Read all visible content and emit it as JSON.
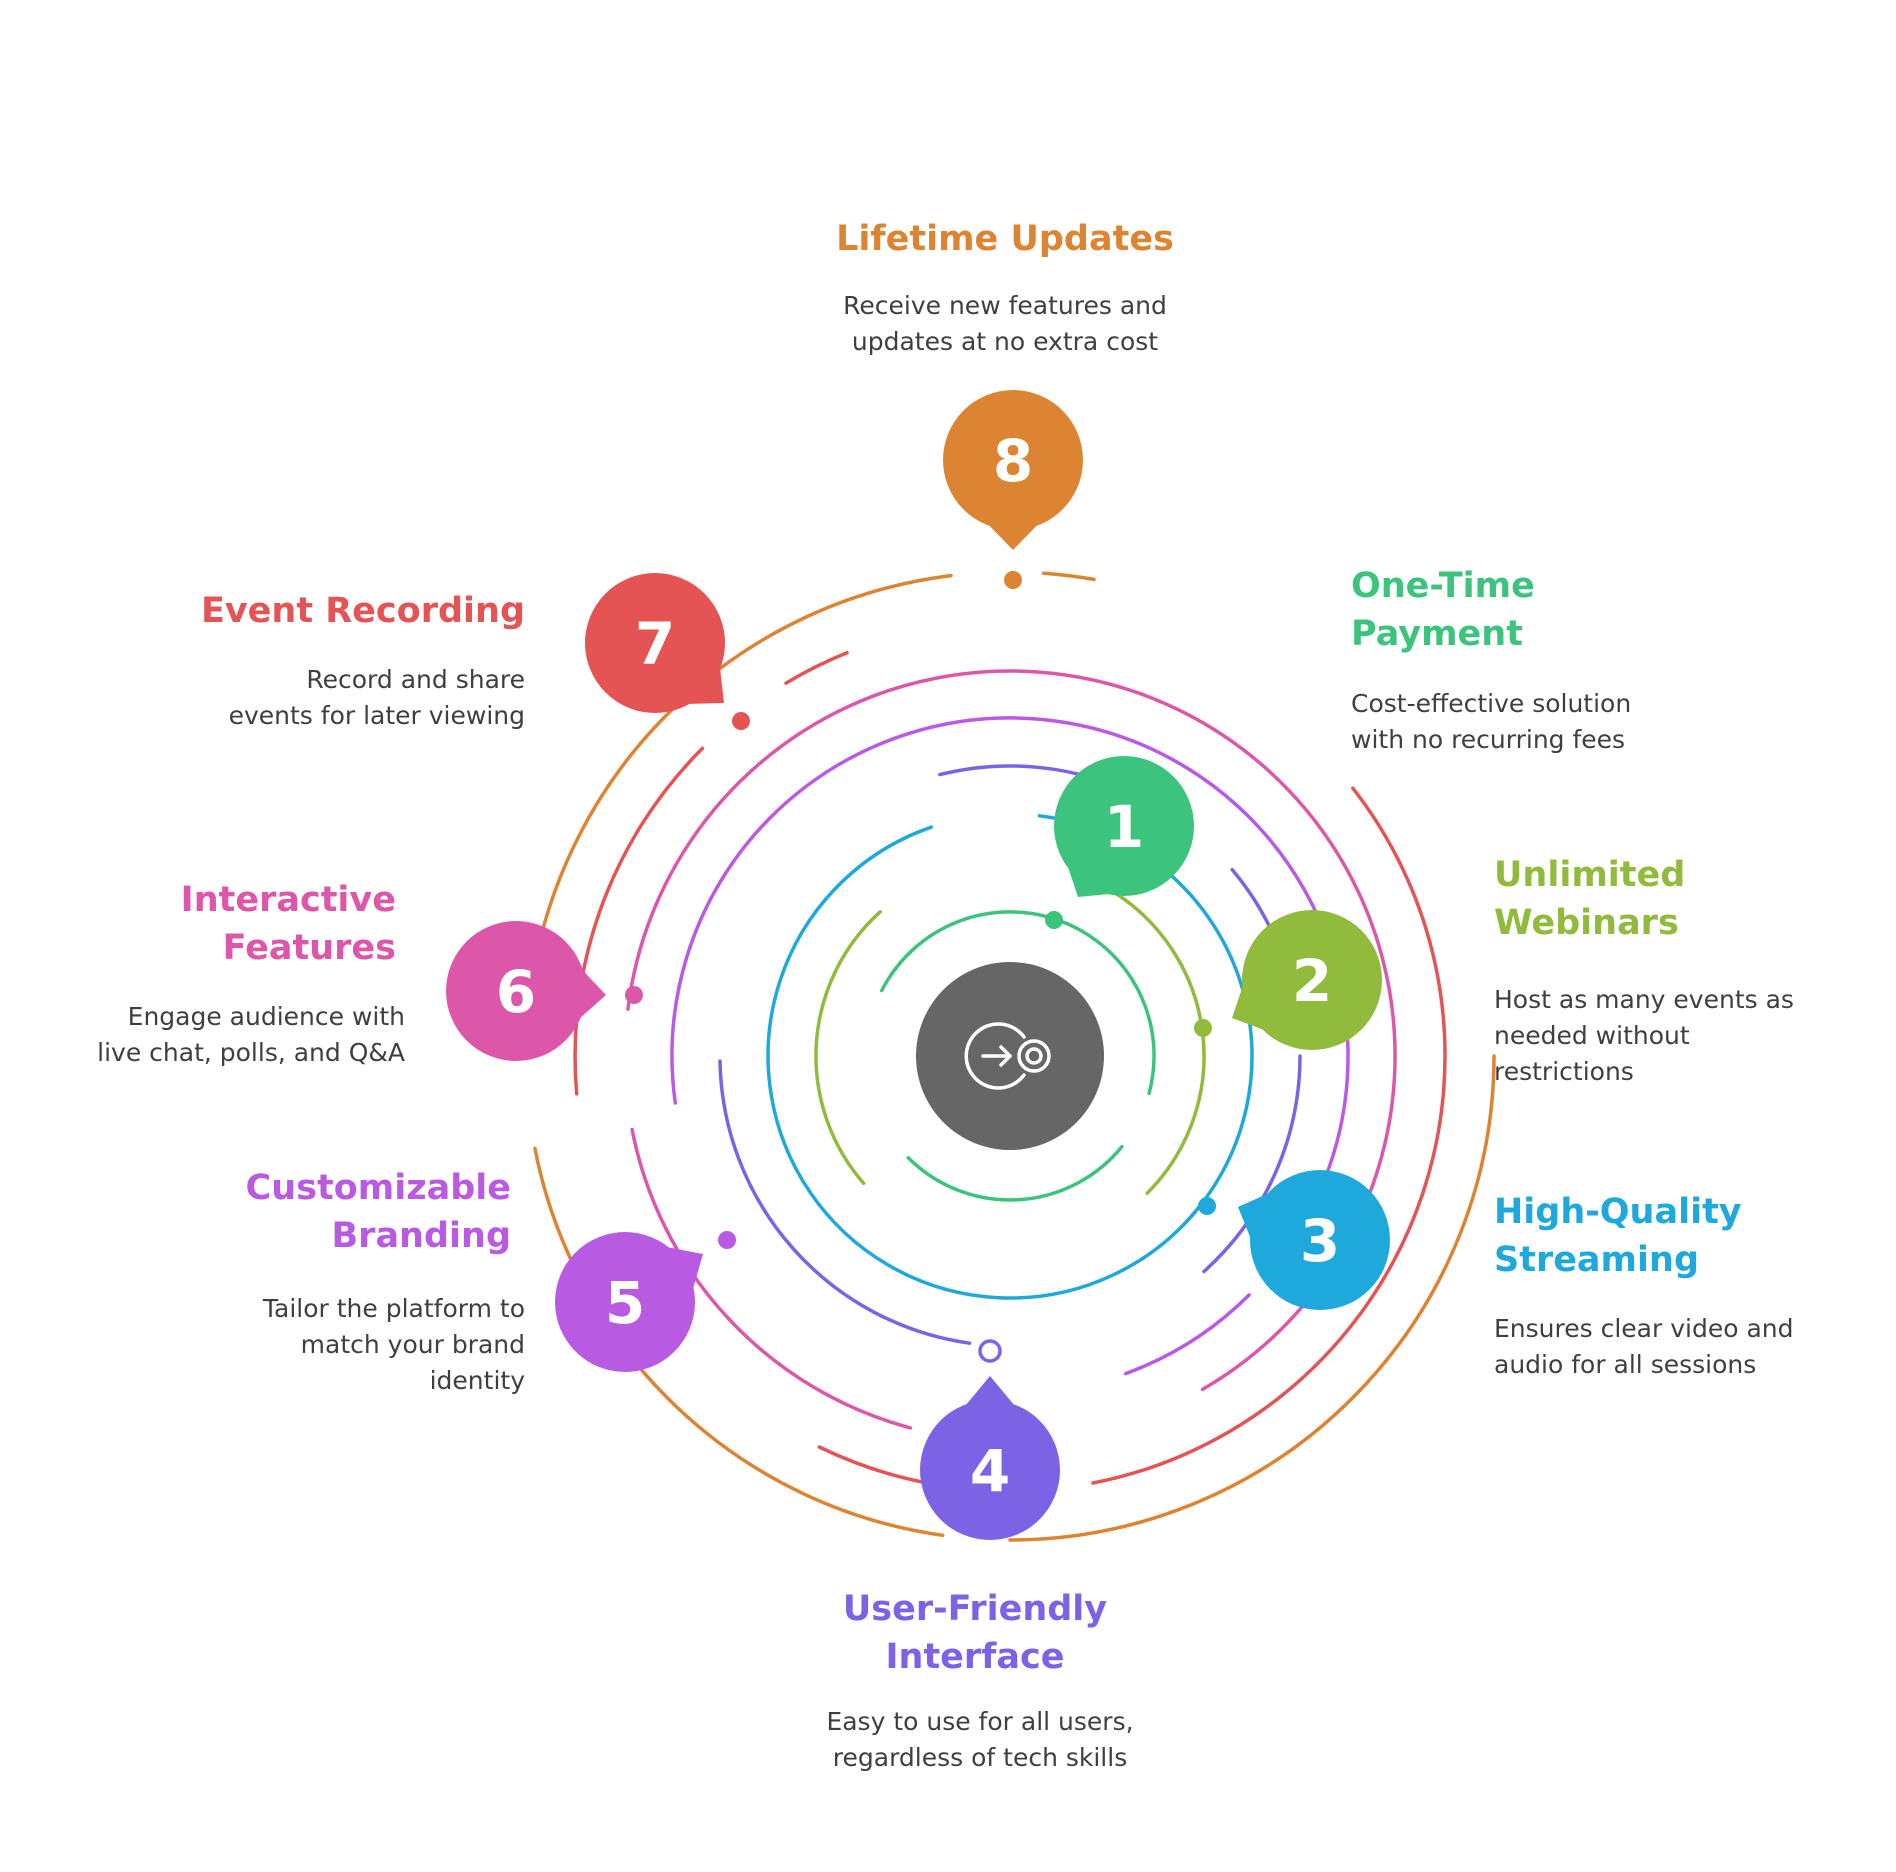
{
  "colors": {
    "c1": "#3cc37d",
    "c2": "#90bb3c",
    "c3": "#1ea8db",
    "c4": "#7c63e6",
    "c5": "#b95ae3",
    "c6": "#dc57a9",
    "c7": "#e45455",
    "c8": "#dc8431",
    "center": "#666666",
    "desc": "#3f3f3f"
  },
  "center": {
    "icon": "arrow-to-target-icon"
  },
  "items": [
    {
      "number": "1",
      "title": "One-Time\nPayment",
      "description": "Cost-effective solution\nwith no recurring fees"
    },
    {
      "number": "2",
      "title": "Unlimited\nWebinars",
      "description": "Host as many events as\nneeded without\nrestrictions"
    },
    {
      "number": "3",
      "title": "High-Quality\nStreaming",
      "description": "Ensures clear video and\naudio for all sessions"
    },
    {
      "number": "4",
      "title": "User-Friendly\nInterface",
      "description": "Easy to use for all users,\nregardless of tech skills"
    },
    {
      "number": "5",
      "title": "Customizable\nBranding",
      "description": "Tailor the platform to\nmatch your brand\nidentity"
    },
    {
      "number": "6",
      "title": "Interactive\nFeatures",
      "description": "Engage audience with\nlive chat, polls, and Q&A"
    },
    {
      "number": "7",
      "title": "Event Recording",
      "description": "Record and share\nevents for later viewing"
    },
    {
      "number": "8",
      "title": "Lifetime Updates",
      "description": "Receive new features and\nupdates at no extra cost"
    }
  ]
}
